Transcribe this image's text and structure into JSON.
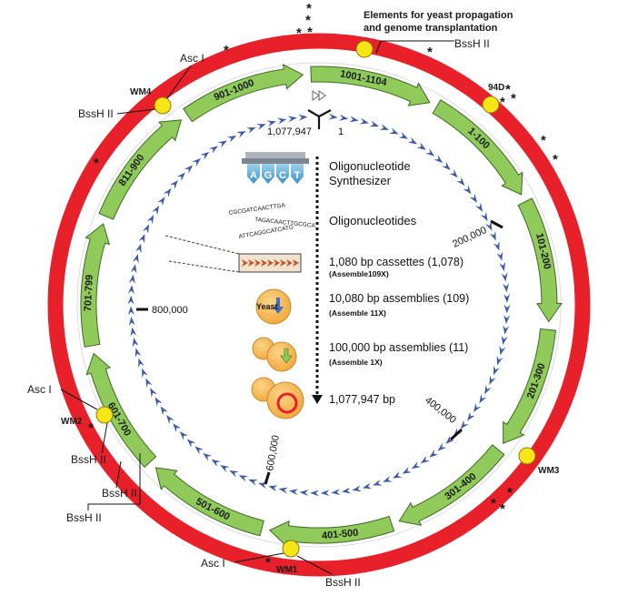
{
  "header": {
    "line1": "Elements for yeast propagation",
    "line2": "and genome transplantation",
    "site": "BssH II"
  },
  "origin": {
    "left": "1,077,947",
    "right": "1"
  },
  "scale_labels": [
    "200,000",
    "400,000",
    "600,000",
    "800,000"
  ],
  "segments": [
    "1-100",
    "101-200",
    "201-300",
    "301-400",
    "401-500",
    "501-600",
    "601-700",
    "701-799",
    "811-900",
    "901-1000",
    "1001-1104"
  ],
  "markers": {
    "wm1": {
      "name": "WM1",
      "asc": "Asc I",
      "bssh": "BssH II"
    },
    "wm2": {
      "name": "WM2",
      "asc": "Asc I",
      "bssh1": "BssH II",
      "bssh2": "BssH II",
      "bssh3": "BssH II"
    },
    "wm3": {
      "name": "WM3"
    },
    "wm4": {
      "name": "WM4",
      "asc": "Asc I",
      "bssh": "BssH II"
    },
    "m94d": {
      "name": "94D"
    }
  },
  "asterisk": "*",
  "steps": {
    "synth_line1": "Oligonucleotide",
    "synth_line2": "Synthesizer",
    "synth_letters": [
      "A",
      "G",
      "C",
      "T"
    ],
    "oligos": "Oligonucleotides",
    "oligo_seqs": [
      "CGCGATCAACTTGA",
      "TAGACAACTTGCGCA",
      "ATTCAGGCATCATG"
    ],
    "cassettes": "1,080 bp cassettes (1,078)",
    "cassettes_sub": "(Assemble109X)",
    "asm10k": "10,080 bp assemblies (109)",
    "asm10k_sub": "(Assemble 11X)",
    "yeast": "Yeast",
    "asm100k": "100,000 bp assemblies (11)",
    "asm100k_sub": "(Assemble 1X)",
    "genome": "1,077,947 bp"
  },
  "colors": {
    "ring_red": "#e8202a",
    "segment_green": "#8fca5b",
    "segment_outline": "#3d6b22",
    "inner_blue": "#3b5aa8",
    "marker_yellow": "#f7e515",
    "yeast_orange": "#f5b342"
  }
}
